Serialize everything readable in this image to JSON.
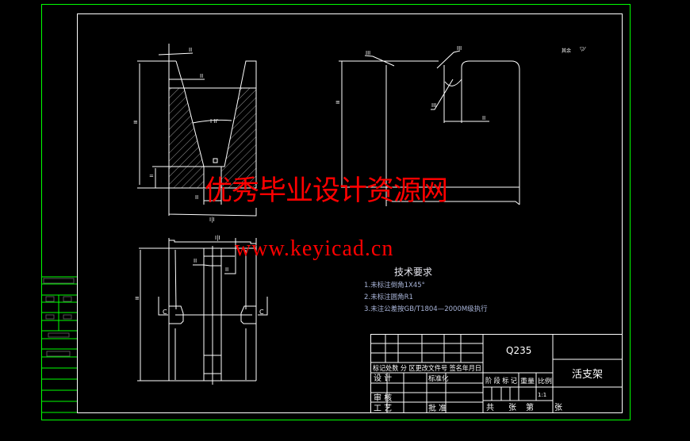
{
  "drawing": {
    "title": "活支架",
    "material": "Q235",
    "scale": "1:1",
    "roughness_symbol": "其余",
    "tech_requirements": {
      "title": "技术要求",
      "items": [
        "1.未标注倒角1X45°",
        "2.未标注圆角R1",
        "3.未注公差按GB/T1804—2000M级执行"
      ]
    },
    "title_block": {
      "header_row": "标记处数 分 区更改文件号 签名年月日",
      "design": "设 计",
      "standardize": "标准化",
      "review": "审 核",
      "process": "工 艺",
      "approve": "批 准",
      "stage_mark": "阶 段 标 记",
      "weight": "重量",
      "ratio": "比例",
      "sheets_total": "共",
      "sheets_unit": "张",
      "sheet_no": "第",
      "sheet_unit2": "张"
    },
    "dimension_labels": {
      "section_c": "C"
    }
  },
  "watermark": {
    "line1": "优秀毕业设计资源网",
    "line2": "www.keyicad.cn"
  },
  "colors": {
    "frame_outer": "#00ff00",
    "lines": "#ffffff",
    "watermark": "#ff0000"
  }
}
